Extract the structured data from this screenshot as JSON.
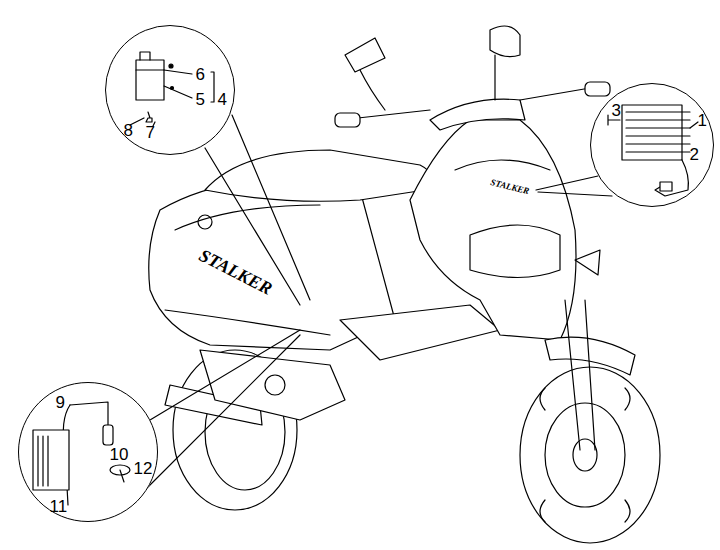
{
  "diagram": {
    "nodes": [
      {
        "text": [
          "6",
          "5",
          "4",
          "8",
          "7"
        ]
      },
      {
        "text": [
          "3",
          "1",
          "2"
        ]
      },
      {
        "text": [
          "9",
          "10",
          "12",
          "11"
        ]
      }
    ],
    "labels": [
      "STALKER",
      "STALKER"
    ]
  }
}
